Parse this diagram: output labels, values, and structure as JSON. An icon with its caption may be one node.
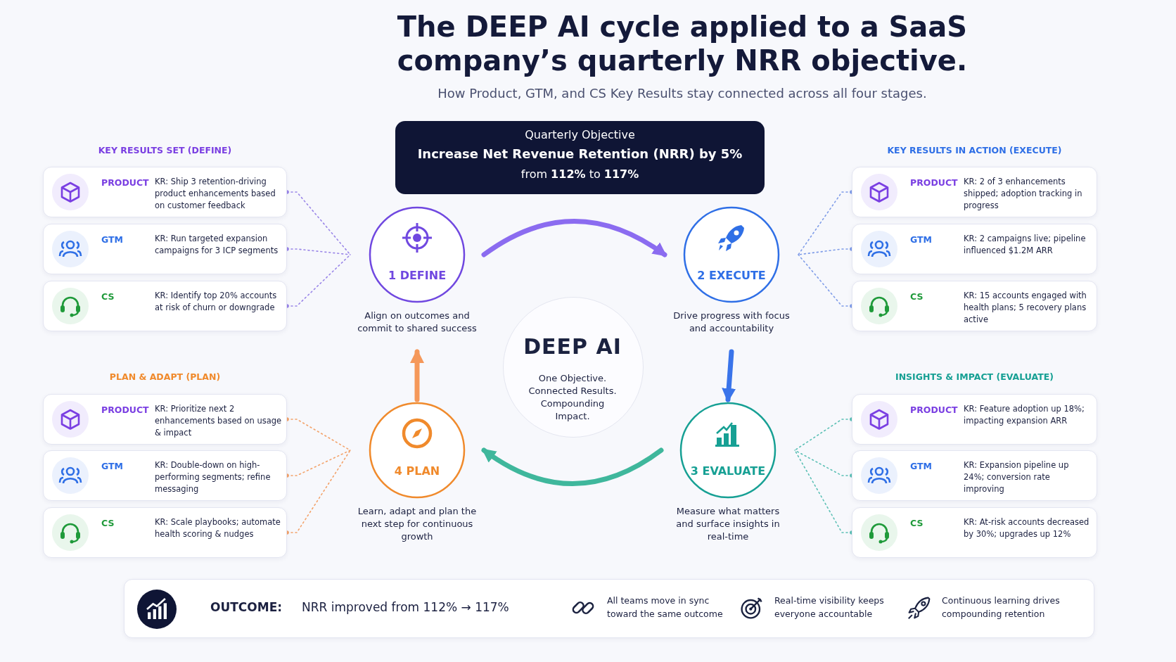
{
  "diagram": {
    "title": "The DEEP AI cycle applied to a SaaS company’s quarterly NRR objective.",
    "nodes": [
      {
        "text": [
          "Quarterly Objective",
          "Increase Net Revenue Retention (NRR) by 5%",
          "from **112%** to **117%**"
        ]
      },
      {
        "text": [
          "1 DEFINE",
          "Align on outcomes and commit to shared success"
        ]
      },
      {
        "text": [
          "2 EXECUTE",
          "Drive progress with focus and accountability"
        ]
      },
      {
        "text": [
          "3 EVALUATE",
          "Measure what matters and surface insights in real-time"
        ]
      },
      {
        "text": [
          "4 PLAN",
          "Learn, adapt and plan the next step for continuous growth"
        ]
      },
      {
        "text": [
          "DEEP AI",
          "One Objective. Connected Results. Compounding Impact."
        ]
      },
      {
        "text": [
          "PRODUCT",
          "KR: Ship 3 retention-driving product enhancements based on customer feedback"
        ]
      },
      {
        "text": [
          "GTM",
          "KR: Run targeted expansion campaigns for 3 ICP segments"
        ]
      },
      {
        "text": [
          "CS",
          "KR: Identify top 20% accounts at risk of churn or downgrade"
        ]
      },
      {
        "text": [
          "PRODUCT",
          "KR: 2 of 3 enhancements shipped; adoption tracking in progress"
        ]
      },
      {
        "text": [
          "GTM",
          "KR: 2 campaigns live; pipeline influenced $1.2M ARR"
        ]
      },
      {
        "text": [
          "CS",
          "KR: 15 accounts engaged with health plans; 5 recovery plans active"
        ]
      },
      {
        "text": [
          "PRODUCT",
          "KR: Prioritize next 2 enhancements based on usage & impact"
        ]
      },
      {
        "text": [
          "GTM",
          "KR: Double-down on high-performing segments; refine messaging"
        ]
      },
      {
        "text": [
          "CS",
          "KR: Scale playbooks; automate health scoring & nudges"
        ]
      },
      {
        "text": [
          "PRODUCT",
          "KR: Feature adoption up 18%; impacting expansion ARR"
        ]
      },
      {
        "text": [
          "GTM",
          "KR: Expansion pipeline up 24%; conversion rate improving"
        ]
      },
      {
        "text": [
          "CS",
          "KR: At-risk accounts decreased by 30%; upgrades up 12%"
        ]
      },
      {
        "text": [
          "OUTCOME:",
          "NRR improved from 112% → 117%",
          "All teams move in sync toward the same outcome",
          "Real-time visibility keeps everyone accountable",
          "Continuous learning drives compounding retention"
        ]
      }
    ],
    "edges": [
      {
        "from": 1,
        "to": 2,
        "arrow": "to",
        "style": "thick",
        "color": "#8b6cf0"
      },
      {
        "from": 2,
        "to": 3,
        "arrow": "to",
        "style": "thick",
        "color": "#3a74ea"
      },
      {
        "from": 3,
        "to": 4,
        "arrow": "to",
        "style": "thick",
        "color": "#3fb79c"
      },
      {
        "from": 4,
        "to": 1,
        "arrow": "to",
        "style": "thick",
        "color": "#f5985a"
      },
      {
        "from": 6,
        "to": 1,
        "arrow": "other",
        "style": "dashed",
        "color": "#9a86e8"
      },
      {
        "from": 7,
        "to": 1,
        "arrow": "other",
        "style": "dashed",
        "color": "#9a86e8"
      },
      {
        "from": 8,
        "to": 1,
        "arrow": "other",
        "style": "dashed",
        "color": "#9a86e8"
      },
      {
        "from": 9,
        "to": 2,
        "arrow": "other",
        "style": "dashed",
        "color": "#7f9ce8"
      },
      {
        "from": 10,
        "to": 2,
        "arrow": "other",
        "style": "dashed",
        "color": "#7f9ce8"
      },
      {
        "from": 11,
        "to": 2,
        "arrow": "other",
        "style": "dashed",
        "color": "#7f9ce8"
      },
      {
        "from": 12,
        "to": 4,
        "arrow": "other",
        "style": "dashed",
        "color": "#f3a36b"
      },
      {
        "from": 13,
        "to": 4,
        "arrow": "other",
        "style": "dashed",
        "color": "#f3a36b"
      },
      {
        "from": 14,
        "to": 4,
        "arrow": "other",
        "style": "dashed",
        "color": "#f3a36b"
      },
      {
        "from": 15,
        "to": 3,
        "arrow": "other",
        "style": "dashed",
        "color": "#5cc0b5"
      },
      {
        "from": 16,
        "to": 3,
        "arrow": "other",
        "style": "dashed",
        "color": "#5cc0b5"
      },
      {
        "from": 17,
        "to": 3,
        "arrow": "other",
        "style": "dashed",
        "color": "#5cc0b5"
      }
    ],
    "labels": [
      "How Product, GTM, and CS Key Results stay connected across all four stages.",
      "KEY RESULTS SET (DEFINE)",
      "KEY RESULTS IN ACTION (EXECUTE)",
      "PLAN & ADAPT (PLAN)",
      "INSIGHTS & IMPACT (EVALUATE)"
    ]
  }
}
